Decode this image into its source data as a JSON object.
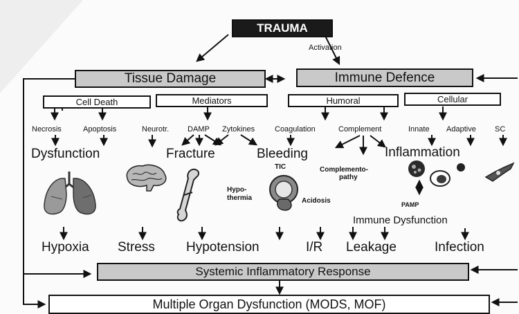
{
  "top": {
    "trauma": "TRAUMA",
    "activation": "Activation"
  },
  "level1": {
    "tissue_damage": "Tissue Damage",
    "immune_defence": "Immune Defence"
  },
  "categories": {
    "cell_death": "Cell Death",
    "mediators": "Mediators",
    "humoral": "Humoral",
    "cellular": "Cellular"
  },
  "subitems": {
    "necrosis": "Necrosis",
    "apoptosis": "Apoptosis",
    "neurotr": "Neurotr.",
    "damp": "DAMP",
    "zytokines": "Zytokines",
    "coagulation": "Coagulation",
    "complement": "Complement",
    "innate": "Innate",
    "adaptive": "Adaptive",
    "sc": "SC"
  },
  "outcomes": {
    "dysfunction": "Dysfunction",
    "fracture": "Fracture",
    "bleeding": "Bleeding",
    "inflammation": "Inflammation"
  },
  "annotations": {
    "tic": "TIC",
    "hypothermia_1": "Hypo-",
    "hypothermia_2": "thermia",
    "acidosis": "Acidosis",
    "complementopathy_1": "Complemento-",
    "complementopathy_2": "pathy",
    "pamp": "PAMP",
    "immune_dysfunction": "Immune Dysfunction"
  },
  "consequences": {
    "hypoxia": "Hypoxia",
    "stress": "Stress",
    "hypotension": "Hypotension",
    "ir": "I/R",
    "leakage": "Leakage",
    "infection": "Infection"
  },
  "bottom": {
    "sirs": "Systemic Inflammatory Response",
    "mods": "Multiple Organ Dysfunction (MODS, MOF)"
  },
  "icons": [
    "lungs-icon",
    "brain-icon",
    "bone-icon",
    "blood-clot-icon",
    "immune-cells-icon"
  ],
  "colors": {
    "box_fill": "#c9c9c9",
    "trauma_fill": "#1a1a1a",
    "line": "#111111"
  }
}
